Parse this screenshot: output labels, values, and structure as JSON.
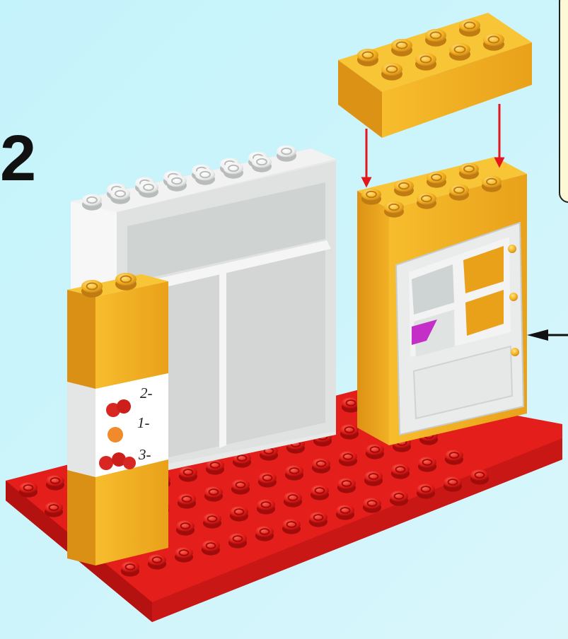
{
  "instruction": {
    "step_number": "2"
  },
  "label": {
    "lines": [
      "2-",
      "1-",
      "3-"
    ]
  },
  "colors": {
    "baseplate": "#e41e1a",
    "yellow_brick": "#f4b321",
    "white_shelf": "#f3f4f2",
    "arrow_red": "#e3161b",
    "door_white": "#eef0ef",
    "background": "#c8f3fb",
    "callout_fill": "#fdf8d6",
    "purple_piece": "#c42fc8"
  },
  "icons": {
    "step_arrows": "arrow-down-icon",
    "pointer": "arrow-left-icon"
  }
}
